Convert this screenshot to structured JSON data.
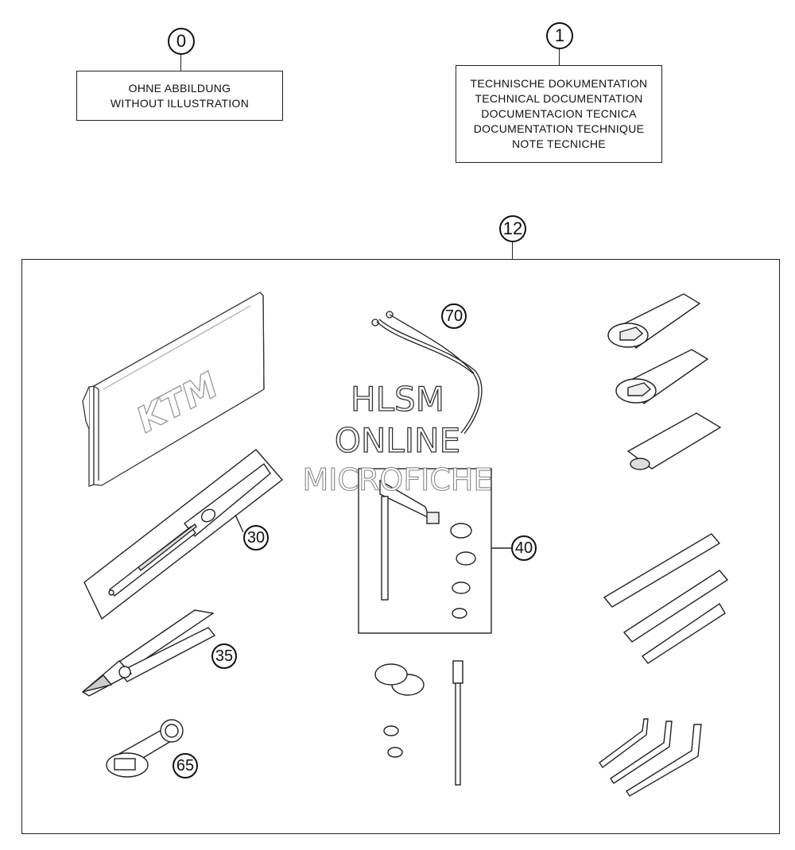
{
  "callouts": {
    "c0": "0",
    "c1": "1",
    "c12": "12",
    "c30": "30",
    "c35": "35",
    "c40": "40",
    "c65": "65",
    "c70": "70"
  },
  "box0": {
    "line1": "OHNE ABBILDUNG",
    "line2": "WITHOUT ILLUSTRATION"
  },
  "box1": {
    "line1": "TECHNISCHE DOKUMENTATION",
    "line2": "TECHNICAL DOCUMENTATION",
    "line3": "DOCUMENTACION TECNICA",
    "line4": "DOCUMENTATION TECHNIQUE",
    "line5": "NOTE TECNICHE"
  },
  "watermark": {
    "line1": "HLSM",
    "line2": "ONLINE",
    "line3": "MICROFICHE"
  },
  "logo_text": "KTM"
}
